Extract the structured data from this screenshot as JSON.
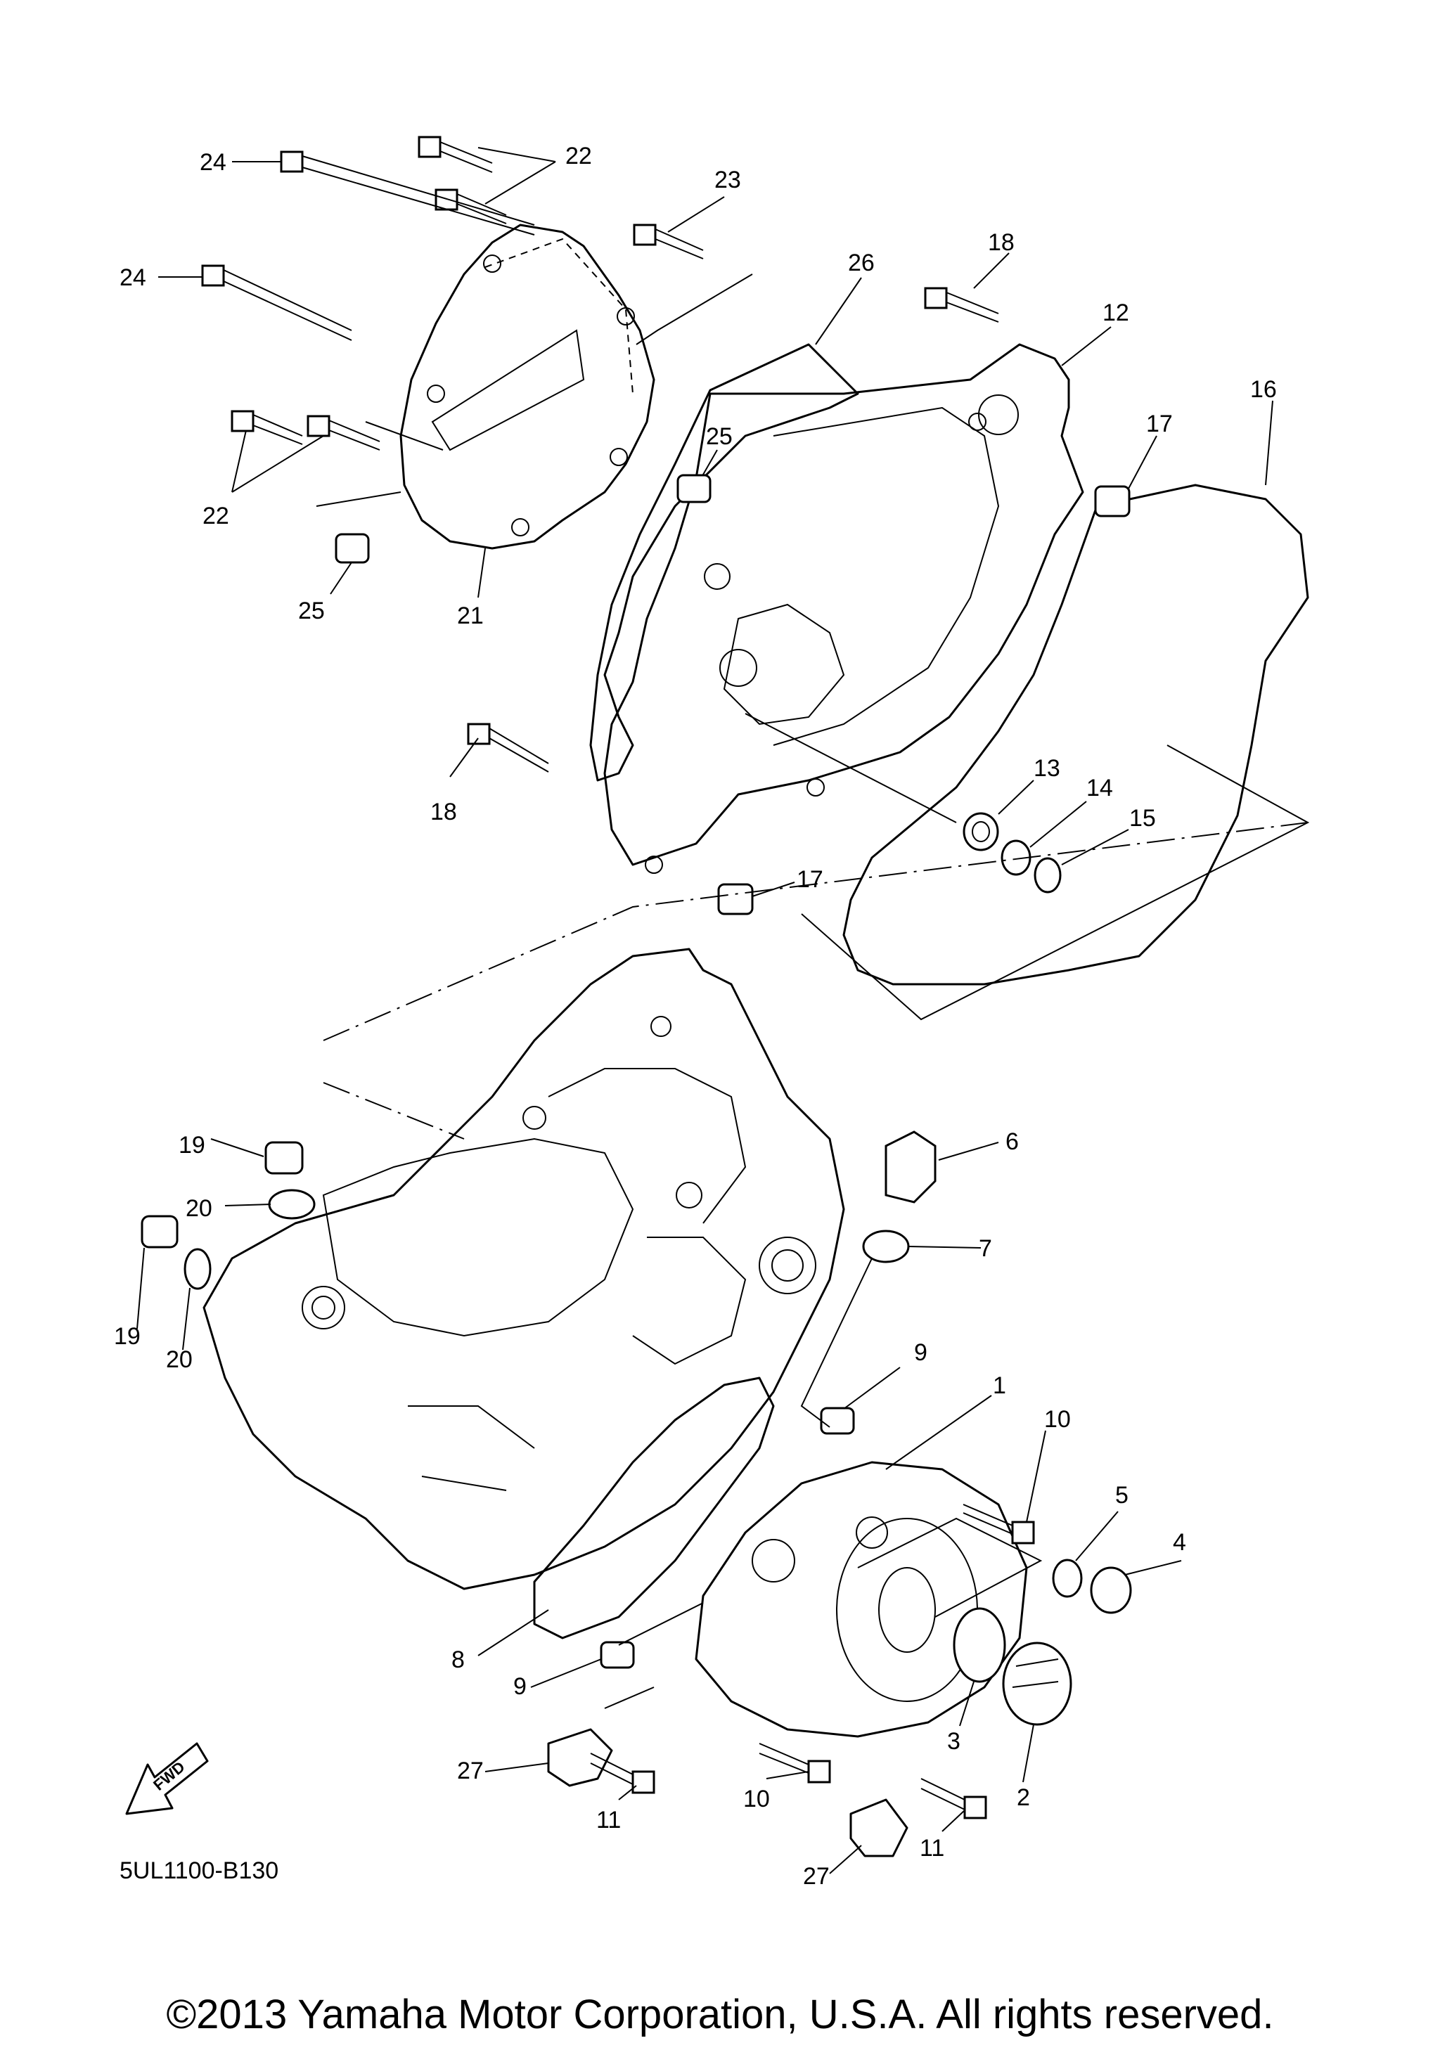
{
  "diagram": {
    "code": "5UL1100-B130",
    "copyright": "©2013 Yamaha Motor Corporation, U.S.A. All rights reserved.",
    "fwd_label": "FWD",
    "callouts": [
      {
        "id": "c1",
        "text": "1"
      },
      {
        "id": "c2",
        "text": "2"
      },
      {
        "id": "c3",
        "text": "3"
      },
      {
        "id": "c4",
        "text": "4"
      },
      {
        "id": "c5",
        "text": "5"
      },
      {
        "id": "c6",
        "text": "6"
      },
      {
        "id": "c7",
        "text": "7"
      },
      {
        "id": "c8",
        "text": "8"
      },
      {
        "id": "c9a",
        "text": "9"
      },
      {
        "id": "c9b",
        "text": "9"
      },
      {
        "id": "c10a",
        "text": "10"
      },
      {
        "id": "c10b",
        "text": "10"
      },
      {
        "id": "c11a",
        "text": "11"
      },
      {
        "id": "c11b",
        "text": "11"
      },
      {
        "id": "c12",
        "text": "12"
      },
      {
        "id": "c13",
        "text": "13"
      },
      {
        "id": "c14",
        "text": "14"
      },
      {
        "id": "c15",
        "text": "15"
      },
      {
        "id": "c16",
        "text": "16"
      },
      {
        "id": "c17a",
        "text": "17"
      },
      {
        "id": "c17b",
        "text": "17"
      },
      {
        "id": "c18a",
        "text": "18"
      },
      {
        "id": "c18b",
        "text": "18"
      },
      {
        "id": "c19a",
        "text": "19"
      },
      {
        "id": "c19b",
        "text": "19"
      },
      {
        "id": "c20a",
        "text": "20"
      },
      {
        "id": "c20b",
        "text": "20"
      },
      {
        "id": "c21",
        "text": "21"
      },
      {
        "id": "c22a",
        "text": "22"
      },
      {
        "id": "c22b",
        "text": "22"
      },
      {
        "id": "c23",
        "text": "23"
      },
      {
        "id": "c24a",
        "text": "24"
      },
      {
        "id": "c24b",
        "text": "24"
      },
      {
        "id": "c25a",
        "text": "25"
      },
      {
        "id": "c25b",
        "text": "25"
      },
      {
        "id": "c26",
        "text": "26"
      },
      {
        "id": "c27a",
        "text": "27"
      },
      {
        "id": "c27b",
        "text": "27"
      }
    ]
  }
}
